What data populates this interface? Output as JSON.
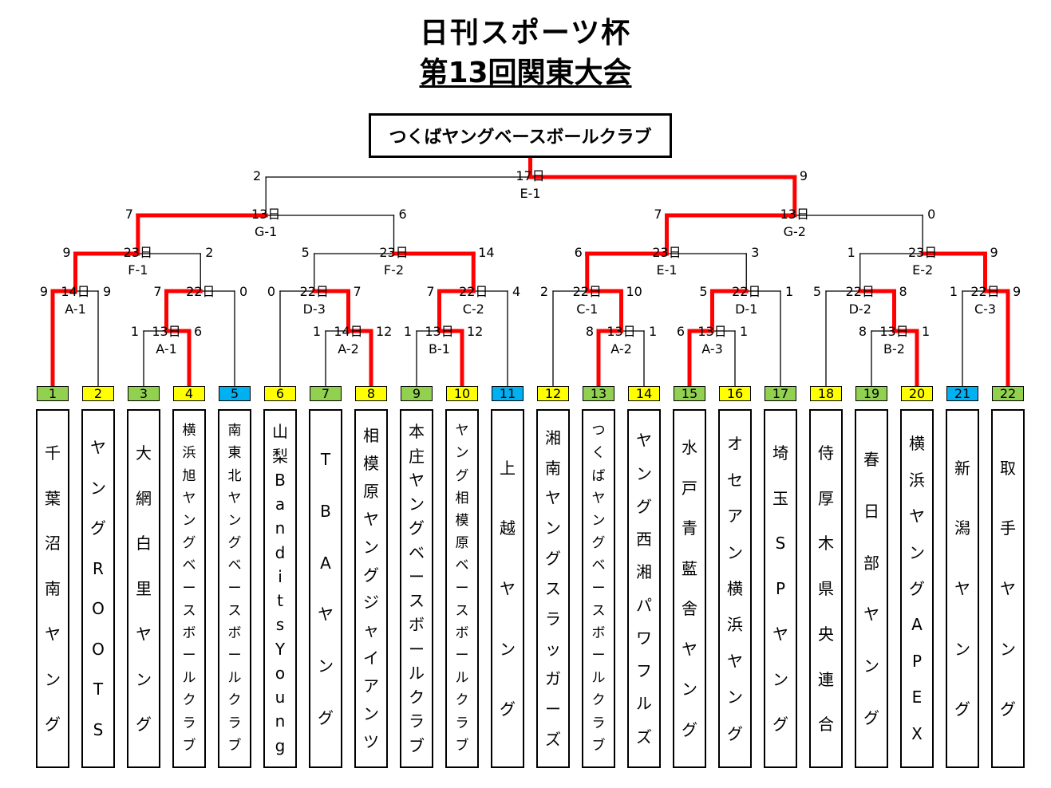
{
  "title": "日刊スポーツ杯",
  "subtitle": "第13回関東大会",
  "champion": "つくばヤングベースボールクラブ",
  "colors": {
    "green": "#92d050",
    "yellow": "#ffff00",
    "blue": "#00b0f0",
    "win_line": "#ff0000"
  },
  "teams": [
    {
      "num": "1",
      "name": "千葉沼南ヤング",
      "color": "green"
    },
    {
      "num": "2",
      "name": "ヤングROOTS",
      "color": "yellow"
    },
    {
      "num": "3",
      "name": "大網白里ヤング",
      "color": "green"
    },
    {
      "num": "4",
      "name": "横浜旭ヤングベースボールクラブ",
      "color": "yellow"
    },
    {
      "num": "5",
      "name": "南東北ヤングベースボールクラブ",
      "color": "blue"
    },
    {
      "num": "6",
      "name": "山梨BanditsYoung",
      "color": "yellow"
    },
    {
      "num": "7",
      "name": "TBAヤング",
      "color": "green"
    },
    {
      "num": "8",
      "name": "相模原ヤングジャイアンツ",
      "color": "yellow"
    },
    {
      "num": "9",
      "name": "本庄ヤングベースボールクラブ",
      "color": "green"
    },
    {
      "num": "10",
      "name": "ヤング相模原ベースボールクラブ",
      "color": "yellow"
    },
    {
      "num": "11",
      "name": "上越ヤング",
      "color": "blue"
    },
    {
      "num": "12",
      "name": "湘南ヤングスラッガーズ",
      "color": "yellow"
    },
    {
      "num": "13",
      "name": "つくばヤングベースボールクラブ",
      "color": "green"
    },
    {
      "num": "14",
      "name": "ヤング西湘パワフルズ",
      "color": "yellow"
    },
    {
      "num": "15",
      "name": "水戸青藍舎ヤング",
      "color": "green"
    },
    {
      "num": "16",
      "name": "オセアン横浜ヤング",
      "color": "yellow"
    },
    {
      "num": "17",
      "name": "埼玉SPヤング",
      "color": "green"
    },
    {
      "num": "18",
      "name": "侍厚木県央連合",
      "color": "yellow"
    },
    {
      "num": "19",
      "name": "春日部ヤング",
      "color": "green"
    },
    {
      "num": "20",
      "name": "横浜ヤングAPEX",
      "color": "yellow"
    },
    {
      "num": "21",
      "name": "新潟ヤング",
      "color": "blue"
    },
    {
      "num": "22",
      "name": "取手ヤング",
      "color": "green"
    }
  ],
  "games": [
    {
      "id": "A-1a",
      "day": "13日",
      "code": "A-1",
      "score_left": "1",
      "score_right": "6"
    },
    {
      "id": "A-2",
      "day": "14日",
      "code": "A-2",
      "score_left": "1",
      "score_right": "12"
    },
    {
      "id": "B-1",
      "day": "13日",
      "code": "B-1",
      "score_left": "1",
      "score_right": "12"
    },
    {
      "id": "A-2b",
      "day": "13日",
      "code": "A-2",
      "score_left": "8",
      "score_right": "1"
    },
    {
      "id": "A-3",
      "day": "13日",
      "code": "A-3",
      "score_left": "6",
      "score_right": "1"
    },
    {
      "id": "B-2",
      "day": "13日",
      "code": "B-2",
      "score_left": "8",
      "score_right": "1"
    },
    {
      "id": "A-1b",
      "day": "14日",
      "code": "A-1",
      "score_left": "9",
      "score_right": "9"
    },
    {
      "id": "22-a",
      "day": "22日",
      "code": "",
      "score_left": "7",
      "score_right": "0"
    },
    {
      "id": "D-3",
      "day": "22日",
      "code": "D-3",
      "score_left": "0",
      "score_right": "7"
    },
    {
      "id": "C-2",
      "day": "22日",
      "code": "C-2",
      "score_left": "7",
      "score_right": "4"
    },
    {
      "id": "C-1",
      "day": "22日",
      "code": "C-1",
      "score_left": "2",
      "score_right": "10"
    },
    {
      "id": "D-1",
      "day": "22日",
      "code": "D-1",
      "score_left": "5",
      "score_right": "1"
    },
    {
      "id": "D-2",
      "day": "22日",
      "code": "D-2",
      "score_left": "5",
      "score_right": "8"
    },
    {
      "id": "C-3",
      "day": "22日",
      "code": "C-3",
      "score_left": "1",
      "score_right": "9"
    },
    {
      "id": "F-1",
      "day": "23日",
      "code": "F-1",
      "score_left": "9",
      "score_right": "2"
    },
    {
      "id": "F-2",
      "day": "23日",
      "code": "F-2",
      "score_left": "5",
      "score_right": "14"
    },
    {
      "id": "E-1",
      "day": "23日",
      "code": "E-1",
      "score_left": "6",
      "score_right": "3"
    },
    {
      "id": "E-2",
      "day": "23日",
      "code": "E-2",
      "score_left": "1",
      "score_right": "9"
    },
    {
      "id": "G-1",
      "day": "13日",
      "code": "G-1",
      "score_left": "7",
      "score_right": "6"
    },
    {
      "id": "G-2",
      "day": "13日",
      "code": "G-2",
      "score_left": "7",
      "score_right": "0"
    },
    {
      "id": "final",
      "day": "17日",
      "code": "E-1",
      "score_left": "2",
      "score_right": "9"
    }
  ]
}
